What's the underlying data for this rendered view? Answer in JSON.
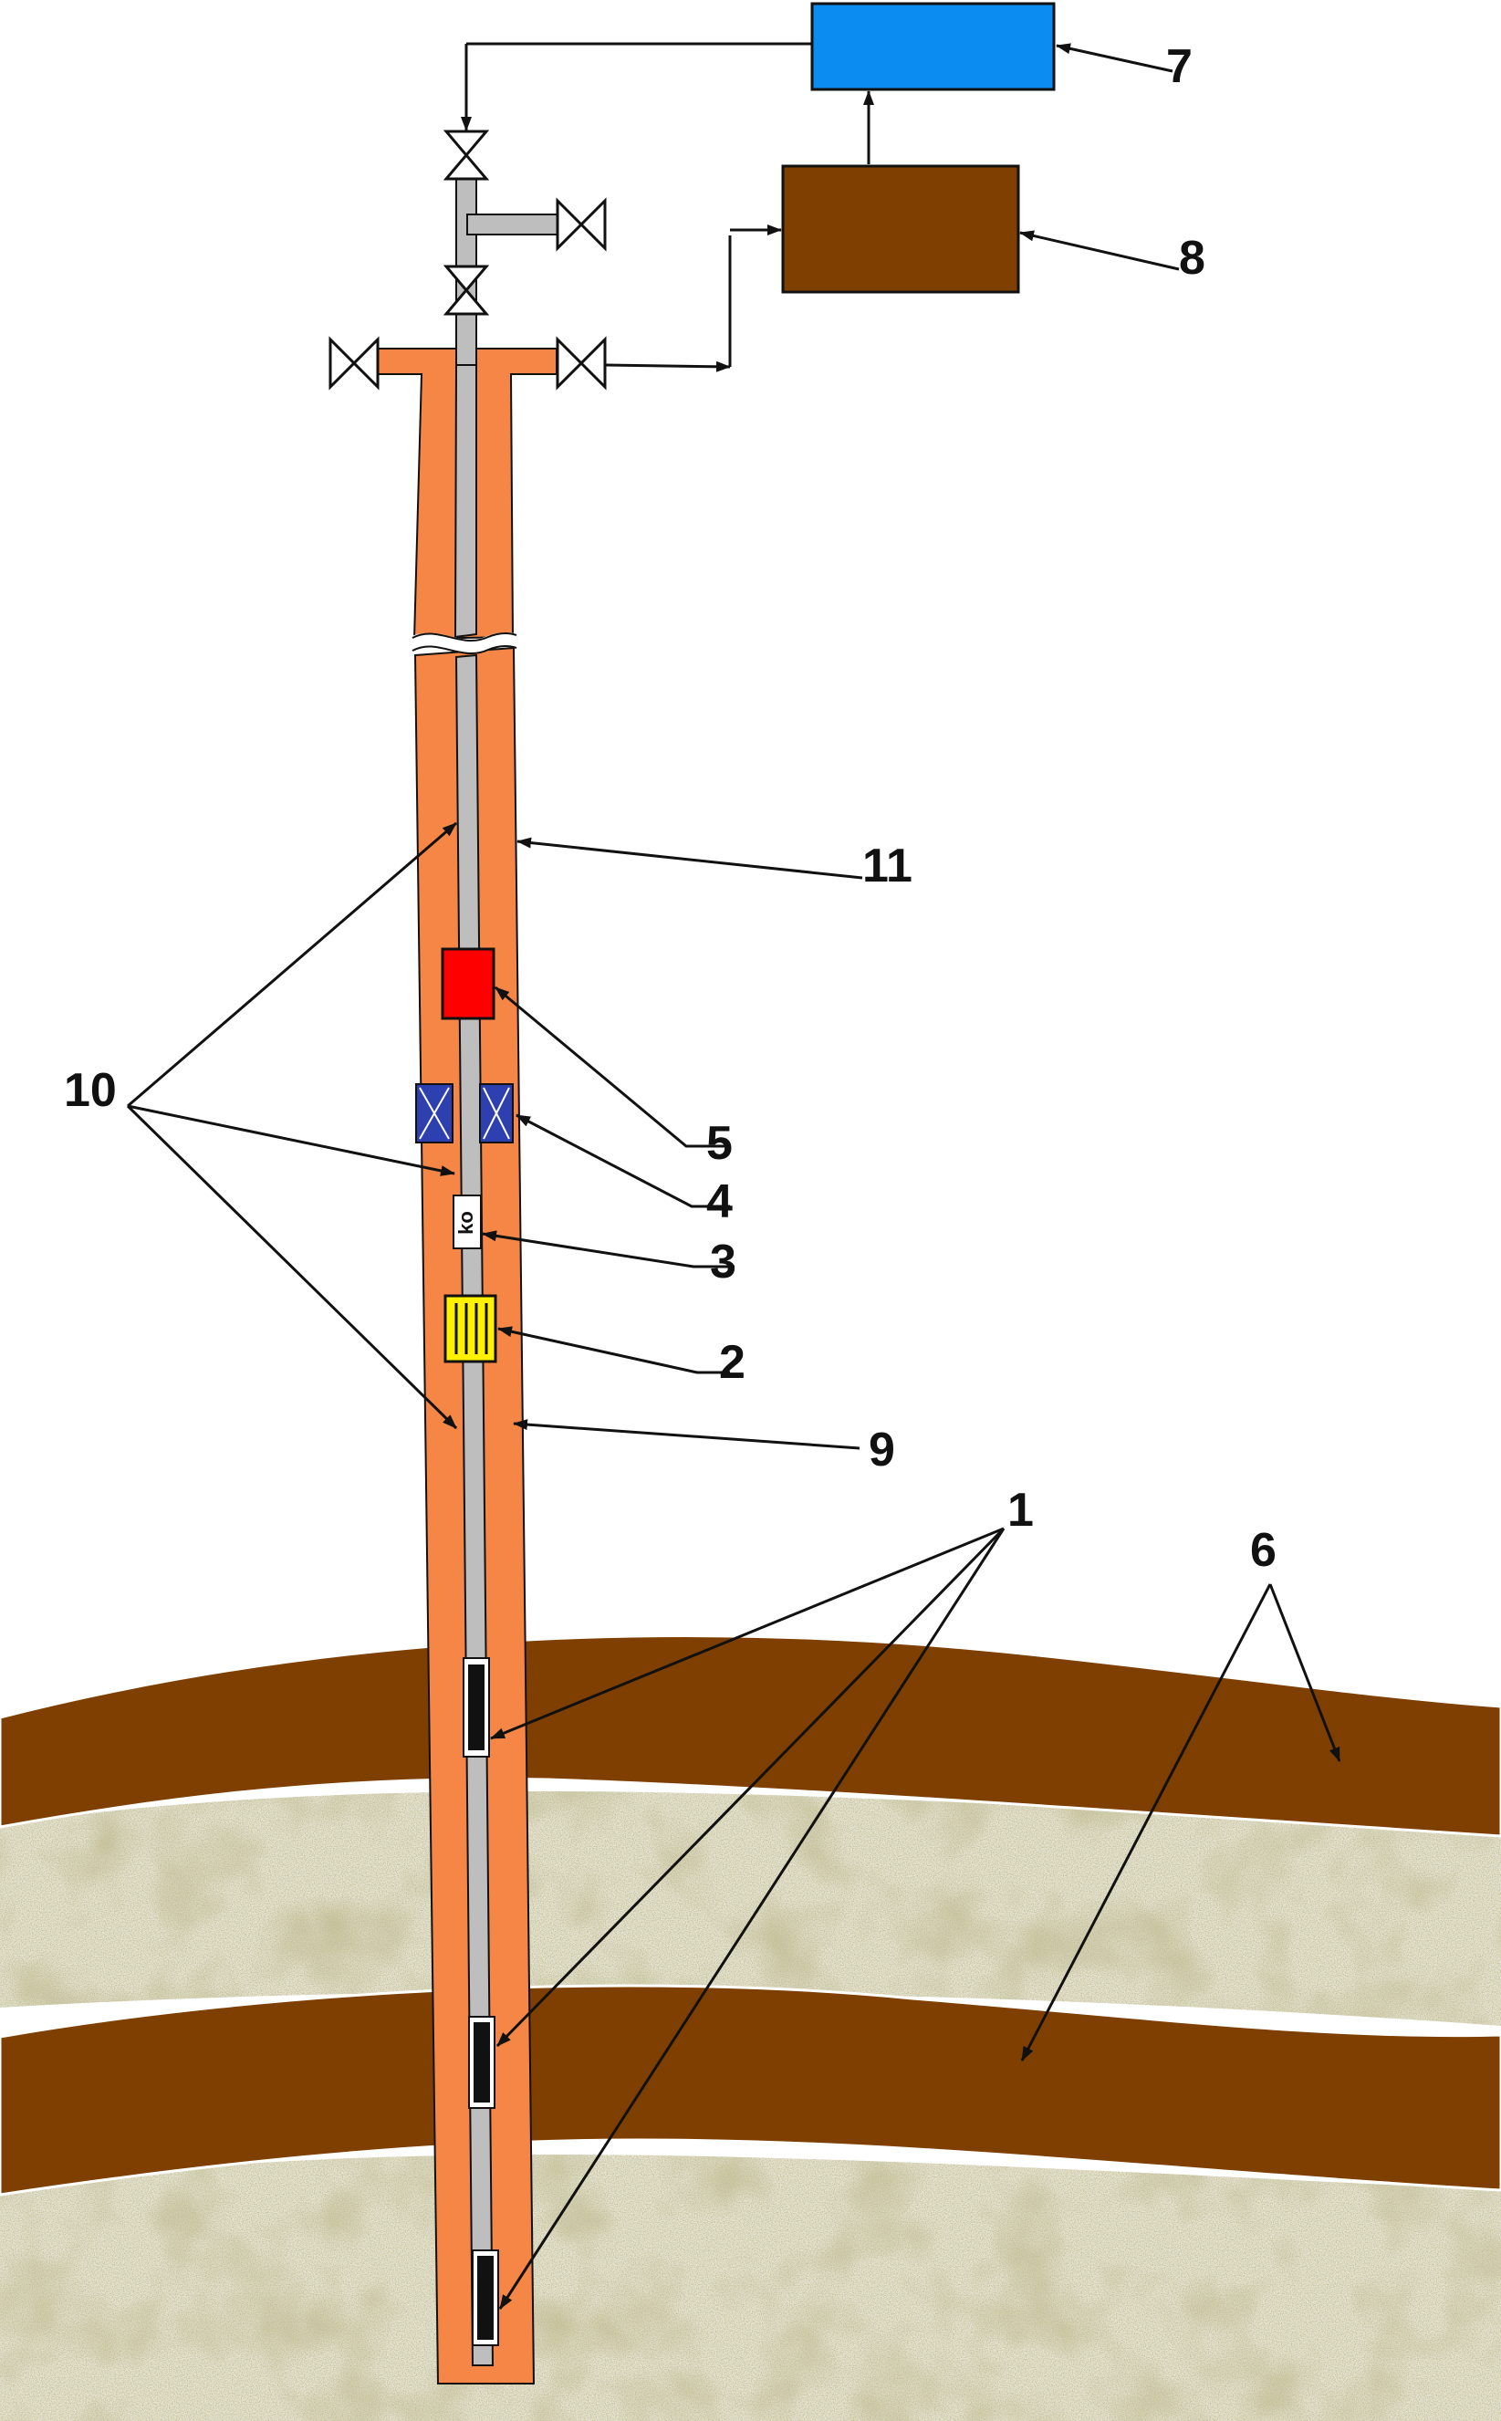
{
  "labels": {
    "l1": "1",
    "l2": "2",
    "l3": "3",
    "l4": "4",
    "l5": "5",
    "l6": "6",
    "l7": "7",
    "l8": "8",
    "l9": "9",
    "l10": "10",
    "l11": "11",
    "ko": "ko"
  },
  "colors": {
    "casing": "#F58646",
    "tubing": "#BEBEBE",
    "rock_layer": "#7F3F00",
    "sand_base": "#E6E4D4",
    "sand_speck": "#8C8450",
    "control_unit": "#0A8CF0",
    "analyzer_unit": "#7F3F00",
    "heater": "#FF0000",
    "packer": "#2E3FB0",
    "filter": "#FFF200",
    "line": "#111111"
  },
  "icons": {
    "valve": "valve-icon",
    "heater": "heater-icon",
    "packer": "packer-icon",
    "check_valve": "check-valve-icon",
    "filter": "filter-icon",
    "perforation": "perforation-icon"
  }
}
